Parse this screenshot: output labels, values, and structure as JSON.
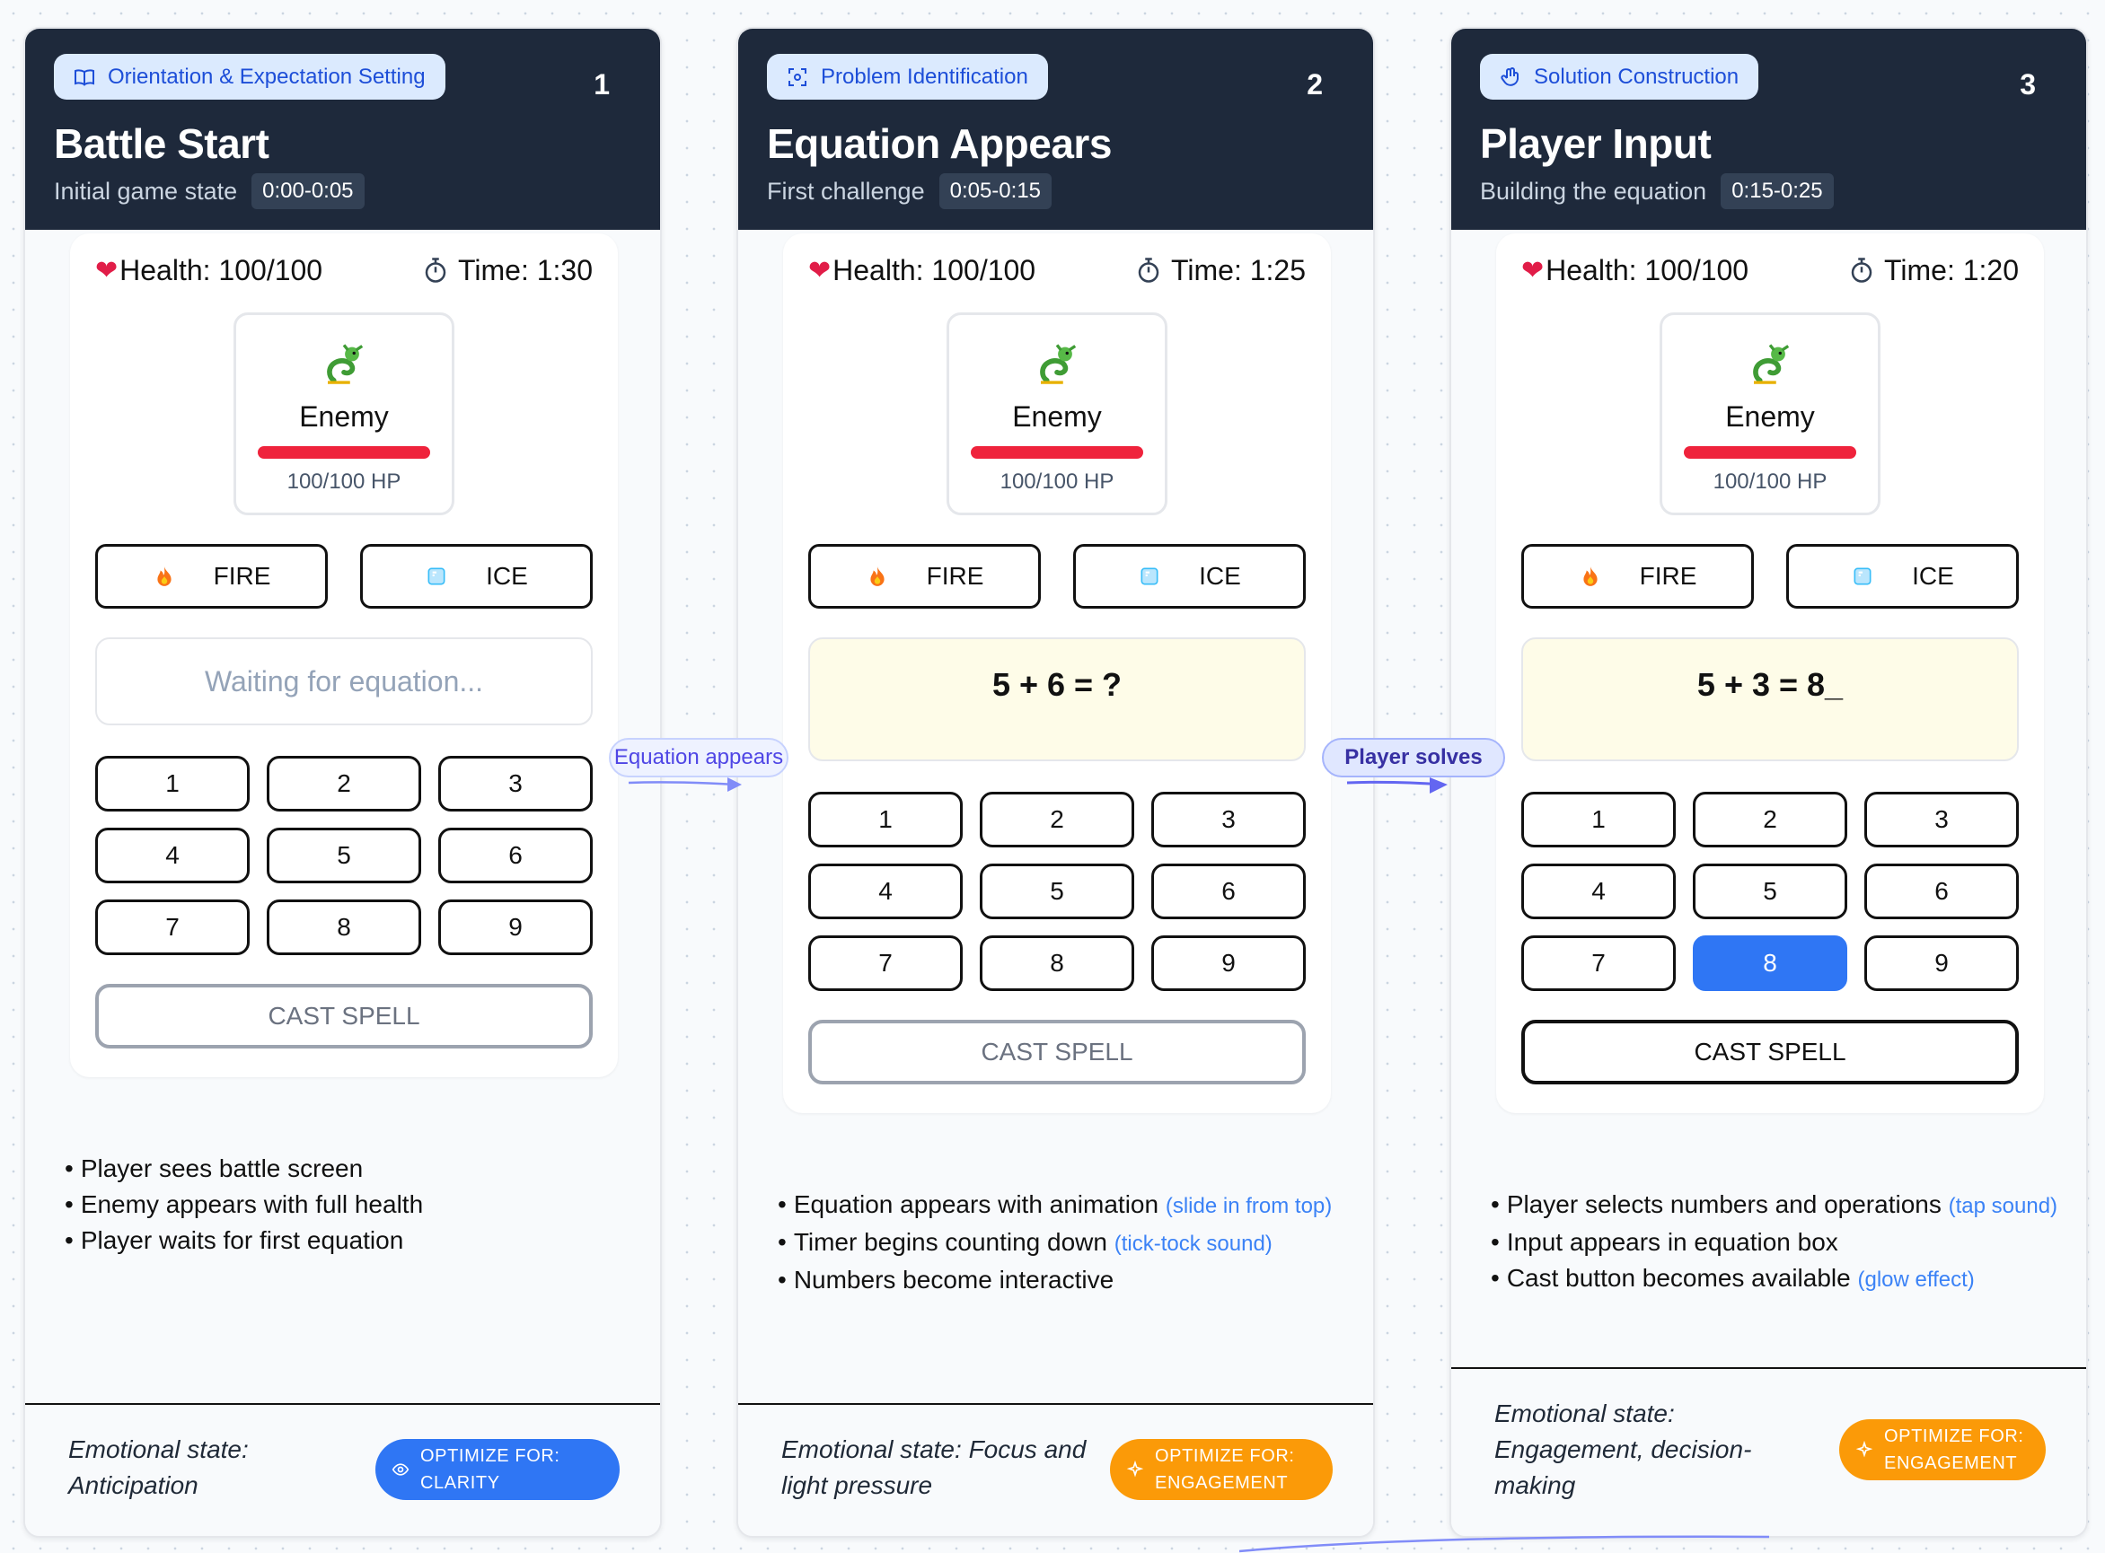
{
  "stages": [
    {
      "stage_label": "Orientation & Expectation Setting",
      "stage_icon": "book-icon",
      "number": "1",
      "title": "Battle Start",
      "subtitle": "Initial game state",
      "time_range": "0:00-0:05",
      "health": "Health: 100/100",
      "timer": "Time: 1:30",
      "enemy_name": "Enemy",
      "enemy_hp_text": "100/100 HP",
      "enemy_hp_fraction": 1.0,
      "fire_label": "FIRE",
      "ice_label": "ICE",
      "equation": "Waiting for equation...",
      "keys": [
        "1",
        "2",
        "3",
        "4",
        "5",
        "6",
        "7",
        "8",
        "9"
      ],
      "cast_label": "CAST SPELL",
      "notes": [
        {
          "text": "Player sees battle screen",
          "hint": ""
        },
        {
          "text": "Enemy appears with full health",
          "hint": ""
        },
        {
          "text": "Player waits for first equation",
          "hint": ""
        }
      ],
      "emotion_label": "Emotional state:",
      "emotion_value": "Anticipation",
      "optimize_line1": "OPTIMIZE FOR:",
      "optimize_line2": "CLARITY",
      "optimize_icon": "eye-icon",
      "optimize_color": "#2f76f4"
    },
    {
      "stage_label": "Problem Identification",
      "stage_icon": "focus-icon",
      "number": "2",
      "title": "Equation Appears",
      "subtitle": "First challenge",
      "time_range": "0:05-0:15",
      "health": "Health: 100/100",
      "timer": "Time: 1:25",
      "enemy_name": "Enemy",
      "enemy_hp_text": "100/100 HP",
      "enemy_hp_fraction": 1.0,
      "fire_label": "FIRE",
      "ice_label": "ICE",
      "equation": "5 + 6 = ?",
      "keys": [
        "1",
        "2",
        "3",
        "4",
        "5",
        "6",
        "7",
        "8",
        "9"
      ],
      "cast_label": "CAST SPELL",
      "notes": [
        {
          "text": "Equation appears with animation",
          "hint": "(slide in from top)"
        },
        {
          "text": "Timer begins counting down",
          "hint": "(tick-tock sound)"
        },
        {
          "text": "Numbers become interactive",
          "hint": ""
        }
      ],
      "emotion_label": "Emotional state:",
      "emotion_value": "Focus and light pressure",
      "optimize_line1": "OPTIMIZE FOR:",
      "optimize_line2": "ENGAGEMENT",
      "optimize_icon": "sparkle-icon",
      "optimize_color": "#fb9a08"
    },
    {
      "stage_label": "Solution Construction",
      "stage_icon": "hand-icon",
      "number": "3",
      "title": "Player Input",
      "subtitle": "Building the equation",
      "time_range": "0:15-0:25",
      "health": "Health: 100/100",
      "timer": "Time: 1:20",
      "enemy_name": "Enemy",
      "enemy_hp_text": "100/100 HP",
      "enemy_hp_fraction": 1.0,
      "fire_label": "FIRE",
      "ice_label": "ICE",
      "equation": "5 + 3 = 8_",
      "keys": [
        "1",
        "2",
        "3",
        "4",
        "5",
        "6",
        "7",
        "8",
        "9"
      ],
      "selected_key": "8",
      "cast_label": "CAST SPELL",
      "notes": [
        {
          "text": "Player selects numbers and operations",
          "hint": "(tap sound)"
        },
        {
          "text": "Input appears in equation box",
          "hint": ""
        },
        {
          "text": "Cast button becomes available",
          "hint": "(glow effect)"
        }
      ],
      "emotion_label": "Emotional state:",
      "emotion_value": "Engagement, decision-making",
      "optimize_line1": "OPTIMIZE FOR:",
      "optimize_line2": "ENGAGEMENT",
      "optimize_icon": "sparkle-icon",
      "optimize_color": "#fb9a08"
    }
  ],
  "connectors": [
    {
      "label": "Equation appears",
      "style": "light"
    },
    {
      "label": "Player solves",
      "style": "bold"
    }
  ],
  "colors": {
    "header_bg": "#1e293b",
    "stage_pill_bg": "#dbeafe",
    "stage_pill_text": "#1d4ed8",
    "hp_bar": "#ef233c",
    "selected_key": "#2f76f4",
    "connector": "#6366f1",
    "hint_text": "#3b82f6"
  }
}
